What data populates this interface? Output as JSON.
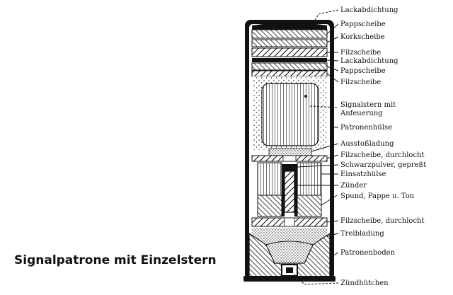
{
  "title": "Signalpatrone mit Einzelstern",
  "labels": [
    "Lackabdichtung",
    "Pappscheibe",
    "Korkscheibe",
    "Filzscheibe",
    "Lackabdichtung",
    "Pappscheibe",
    "Filzscheibe",
    "Signalstern mit",
    "Anfeuerung",
    "Patronenhülse",
    "Ausstoßladung",
    "Filzscheibe, durchlocht",
    "Schwarzpulver, gepreßt",
    "Einsatzhülse",
    "Zünder",
    "Spund, Pappe u. Ton",
    "Filzscheibe, durchlocht",
    "Treibladung",
    "Patronenboden",
    "Zündhütchen"
  ]
}
